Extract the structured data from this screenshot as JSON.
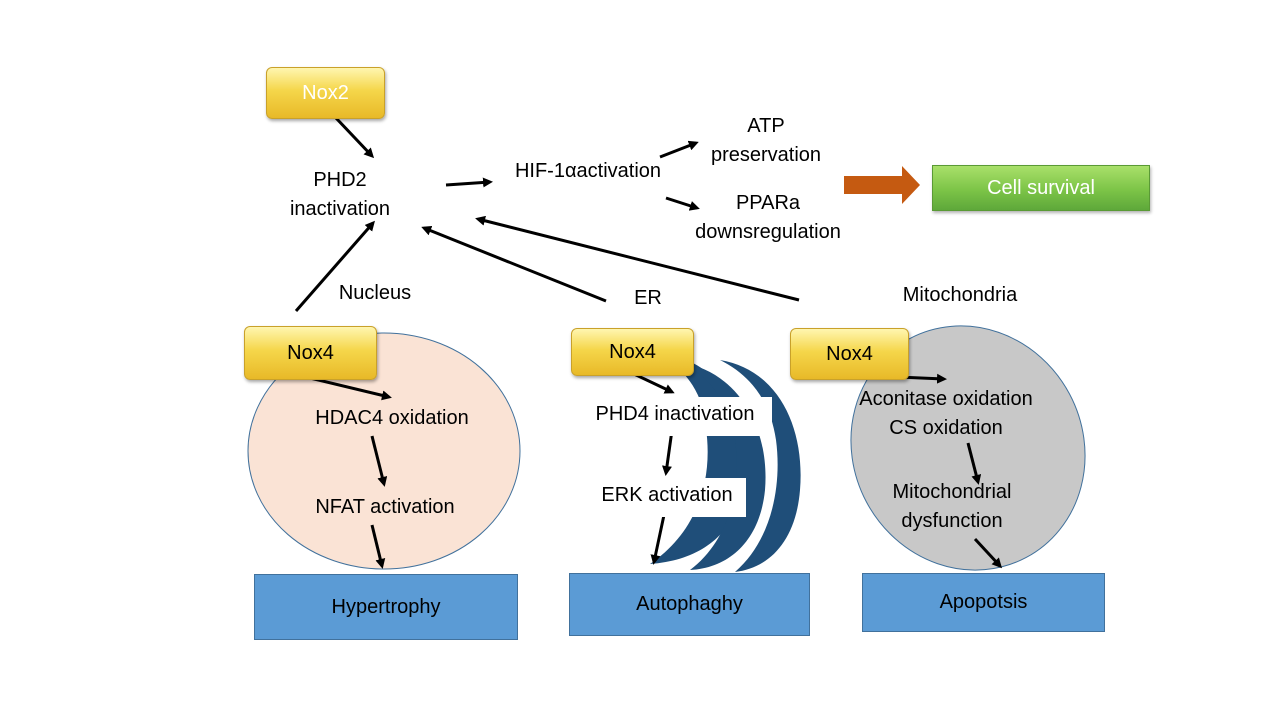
{
  "top": {
    "nox2": "Nox2",
    "phd2": [
      "PHD2",
      "inactivation"
    ],
    "hif": "HIF-1αactivation",
    "atp": [
      "ATP",
      "preservation"
    ],
    "ppar": [
      "PPARa",
      "downsregulation"
    ],
    "cell_survival": "Cell survival"
  },
  "nucleus": {
    "label": "Nucleus",
    "nox4": "Nox4",
    "step1": "HDAC4 oxidation",
    "step2": "NFAT activation",
    "outcome": "Hypertrophy"
  },
  "er": {
    "label": "ER",
    "nox4": "Nox4",
    "step1": "PHD4 inactivation",
    "step2": "ERK activation",
    "outcome": "Autophaghy"
  },
  "mito": {
    "label": "Mitochondria",
    "nox4": "Nox4",
    "step1": [
      "Aconitase oxidation",
      "CS oxidation"
    ],
    "step2": [
      "Mitochondrial",
      "dysfunction"
    ],
    "outcome": "Apopotsis"
  },
  "colors": {
    "nucleus_fill": "#fae3d5",
    "er_fill": "#1f4e79",
    "mito_fill": "#c8c8c8",
    "outcome_fill": "#5b9bd5",
    "big_arrow": "#c55a11",
    "survival_fill": "#7cc447",
    "nox_fill": "#f5d64a"
  }
}
